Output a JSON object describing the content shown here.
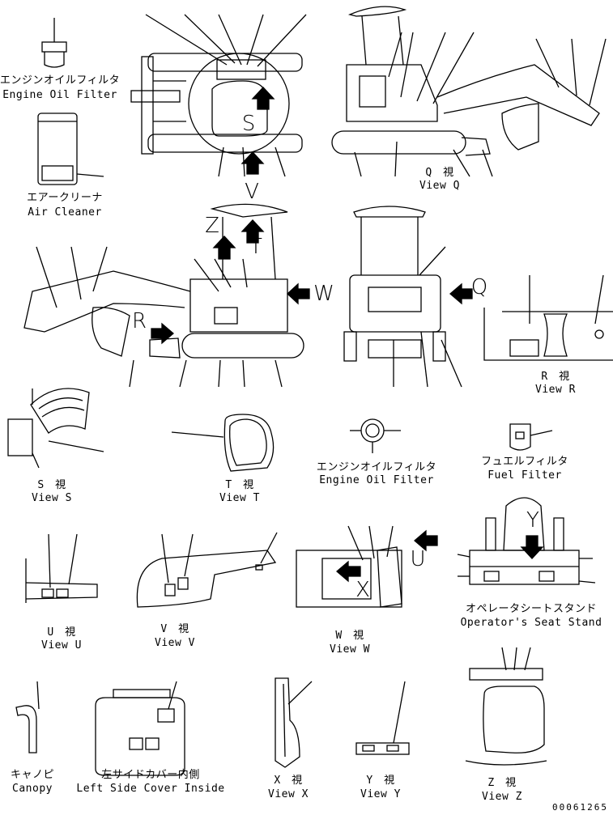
{
  "labels": {
    "engine_oil_filter_top_ja": "エンジンオイルフィルタ",
    "engine_oil_filter_top_en": "Engine Oil Filter",
    "air_cleaner_ja": "エアークリーナ",
    "air_cleaner_en": "Air Cleaner",
    "view_q_ja": "Q　視",
    "view_q_en": "View Q",
    "view_r_ja": "R　視",
    "view_r_en": "View R",
    "view_s_ja": "S　視",
    "view_s_en": "View S",
    "view_t_ja": "T　視",
    "view_t_en": "View T",
    "engine_oil_filter_mid_ja": "エンジンオイルフィルタ",
    "engine_oil_filter_mid_en": "Engine Oil Filter",
    "fuel_filter_ja": "フュエルフィルタ",
    "fuel_filter_en": "Fuel Filter",
    "view_u_ja": "U　視",
    "view_u_en": "View U",
    "view_v_ja": "V　視",
    "view_v_en": "View V",
    "view_w_ja": "W　視",
    "view_w_en": "View W",
    "seat_stand_ja": "オペレータシートスタンド",
    "seat_stand_en": "Operator's Seat Stand",
    "canopy_ja": "キャノピ",
    "canopy_en": "Canopy",
    "left_cover_ja": "左サイドカバー内側",
    "left_cover_en": "Left Side Cover Inside",
    "view_x_ja": "X　視",
    "view_x_en": "View X",
    "view_y_ja": "Y　視",
    "view_y_en": "View Y",
    "view_z_ja": "Z　視",
    "view_z_en": "View Z"
  },
  "markers": {
    "s": "S",
    "v": "V",
    "z": "Z",
    "t": "T",
    "w": "W",
    "r": "R",
    "q": "Q",
    "u": "U",
    "x": "X",
    "y": "Y"
  },
  "drawing_number": "00061265"
}
